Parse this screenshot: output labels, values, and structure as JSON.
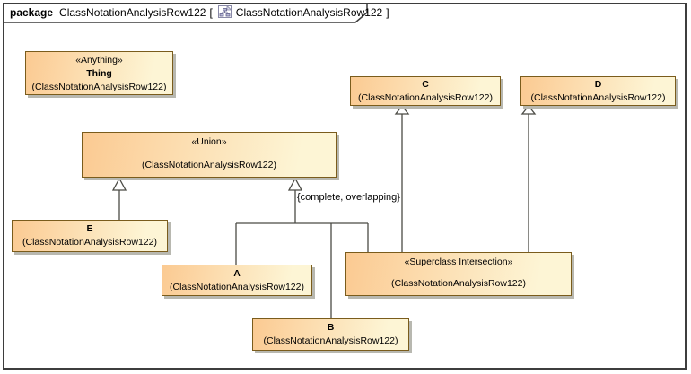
{
  "header": {
    "keyword": "package",
    "model_name": "ClassNotationAnalysisRow122",
    "open_bracket": "[",
    "diagram_name": "ClassNotationAnalysisRow122",
    "close_bracket": "]"
  },
  "classes": {
    "thing": {
      "stereotype": "«Anything»",
      "name": "Thing",
      "qualifier": "(ClassNotationAnalysisRow122)"
    },
    "c": {
      "name": "C",
      "qualifier": "(ClassNotationAnalysisRow122)"
    },
    "d": {
      "name": "D",
      "qualifier": "(ClassNotationAnalysisRow122)"
    },
    "union": {
      "stereotype": "«Union»",
      "qualifier": "(ClassNotationAnalysisRow122)"
    },
    "e": {
      "name": "E",
      "qualifier": "(ClassNotationAnalysisRow122)"
    },
    "a": {
      "name": "A",
      "qualifier": "(ClassNotationAnalysisRow122)"
    },
    "si": {
      "stereotype": "«Superclass Intersection»",
      "qualifier": "(ClassNotationAnalysisRow122)"
    },
    "b": {
      "name": "B",
      "qualifier": "(ClassNotationAnalysisRow122)"
    }
  },
  "labels": {
    "generalization_set": "{complete, overlapping}"
  },
  "colors": {
    "box_fill_start": "#fbca92",
    "box_fill_end": "#fdf5d5",
    "box_border": "#7a5c1c",
    "box_shadow": "#b8b8b0",
    "connector": "#4b4b45",
    "frame_border": "#3d3d3d"
  }
}
